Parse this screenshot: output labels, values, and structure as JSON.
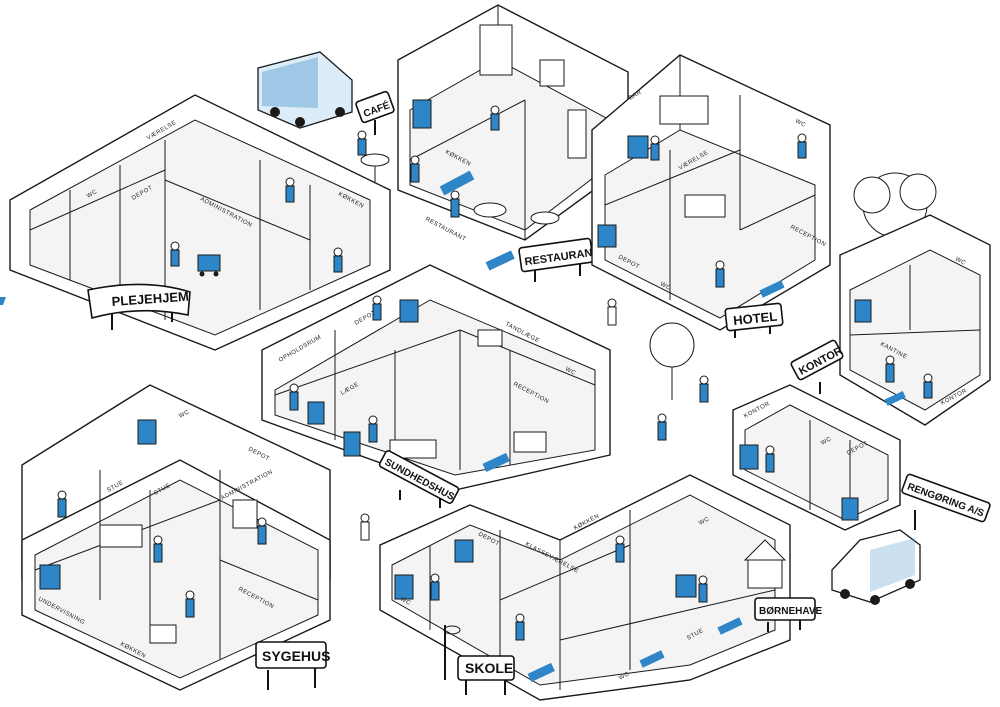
{
  "colors": {
    "accent": "#2e86c8",
    "ink": "#1a1a1a",
    "paper": "#ffffff"
  },
  "signs": {
    "plejehjem": "PLEJEHJEM",
    "cafe": "CAFÉ",
    "restaurant": "RESTAURANT",
    "hotel": "HOTEL",
    "kontor": "KONTOR",
    "sundhedshus": "SUNDHEDSHUS",
    "rengoring": "RENGØRING A/S",
    "sygehus": "SYGEHUS",
    "skole": "SKOLE",
    "bornehave": "BØRNEHAVE"
  },
  "rooms": {
    "plejehjem": [
      "VÆRELSE",
      "WC",
      "DEPOT",
      "ADMINISTRATION",
      "KØKKEN"
    ],
    "restaurant": [
      "KØKKEN",
      "RESTAURANT"
    ],
    "hotel": [
      "BAR",
      "WC",
      "VÆRELSE",
      "DEPOT",
      "WC",
      "RECEPTION"
    ],
    "kontor_top": [
      "WC",
      "KANTINE",
      "KONTOR"
    ],
    "sundhedshus": [
      "OPHOLDSRUM",
      "DEPOT",
      "TANDLÆGE",
      "LÆGE",
      "WC",
      "RECEPTION"
    ],
    "kontor_small": [
      "KONTOR",
      "WC",
      "DEPOT"
    ],
    "sygehus": [
      "WC",
      "DEPOT",
      "STUE",
      "STUE",
      "ADMINISTRATION",
      "RECEPTION",
      "KØKKEN",
      "UNDERVISNING"
    ],
    "skole": [
      "DEPOT",
      "KLASSEVÆRELSE",
      "KØKKEN",
      "WC",
      "WC"
    ],
    "bornehave": [
      "STUE",
      "WC"
    ]
  }
}
